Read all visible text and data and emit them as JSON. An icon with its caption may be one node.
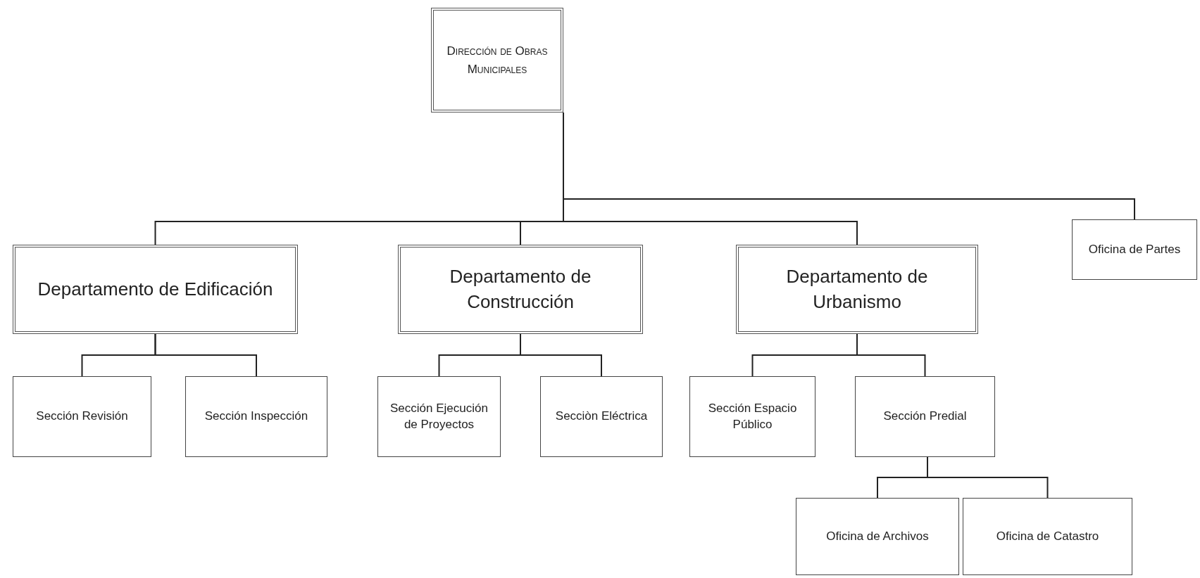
{
  "diagram": {
    "nodes": [
      {
        "text": [
          "Dirección de Obras Municipales"
        ]
      },
      {
        "text": [
          "Departamento de Edificación"
        ]
      },
      {
        "text": [
          "Departamento de Construcción"
        ]
      },
      {
        "text": [
          "Departamento de Urbanismo"
        ]
      },
      {
        "text": [
          "Oficina de Partes"
        ]
      },
      {
        "text": [
          "Sección Revisión"
        ]
      },
      {
        "text": [
          "Sección Inspección"
        ]
      },
      {
        "text": [
          "Sección Ejecución de Proyectos"
        ]
      },
      {
        "text": [
          "Secciòn Eléctrica"
        ]
      },
      {
        "text": [
          "Sección Espacio Público"
        ]
      },
      {
        "text": [
          "Sección Predial"
        ]
      },
      {
        "text": [
          "Oficina de Archivos"
        ]
      },
      {
        "text": [
          "Oficina de Catastro"
        ]
      }
    ],
    "edges": [
      {
        "from": 0,
        "to": 1,
        "arrow": "none"
      },
      {
        "from": 0,
        "to": 2,
        "arrow": "none"
      },
      {
        "from": 0,
        "to": 3,
        "arrow": "none"
      },
      {
        "from": 0,
        "to": 4,
        "arrow": "none"
      },
      {
        "from": 1,
        "to": 5,
        "arrow": "none"
      },
      {
        "from": 1,
        "to": 6,
        "arrow": "none"
      },
      {
        "from": 2,
        "to": 7,
        "arrow": "none"
      },
      {
        "from": 2,
        "to": 8,
        "arrow": "none"
      },
      {
        "from": 3,
        "to": 9,
        "arrow": "none"
      },
      {
        "from": 3,
        "to": 10,
        "arrow": "none"
      },
      {
        "from": 10,
        "to": 11,
        "arrow": "none"
      },
      {
        "from": 10,
        "to": 12,
        "arrow": "none"
      }
    ]
  }
}
